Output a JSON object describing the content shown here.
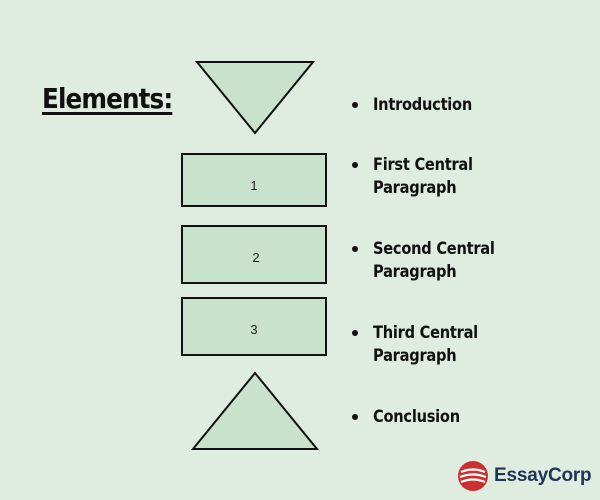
{
  "heading": "Elements:",
  "boxes": [
    {
      "label": "1"
    },
    {
      "label": "2"
    },
    {
      "label": "3"
    }
  ],
  "bullets": [
    "Introduction",
    "First Central\nParagraph",
    "Second Central\nParagraph",
    "Third Central\nParagraph",
    "Conclusion"
  ],
  "logo": {
    "text": "EssayCorp",
    "text_color": "#1f3456",
    "mark_color": "#c8312f"
  },
  "colors": {
    "background": "#dfece0",
    "shape_fill": "#c9e2cb",
    "shape_stroke": "#111111"
  }
}
